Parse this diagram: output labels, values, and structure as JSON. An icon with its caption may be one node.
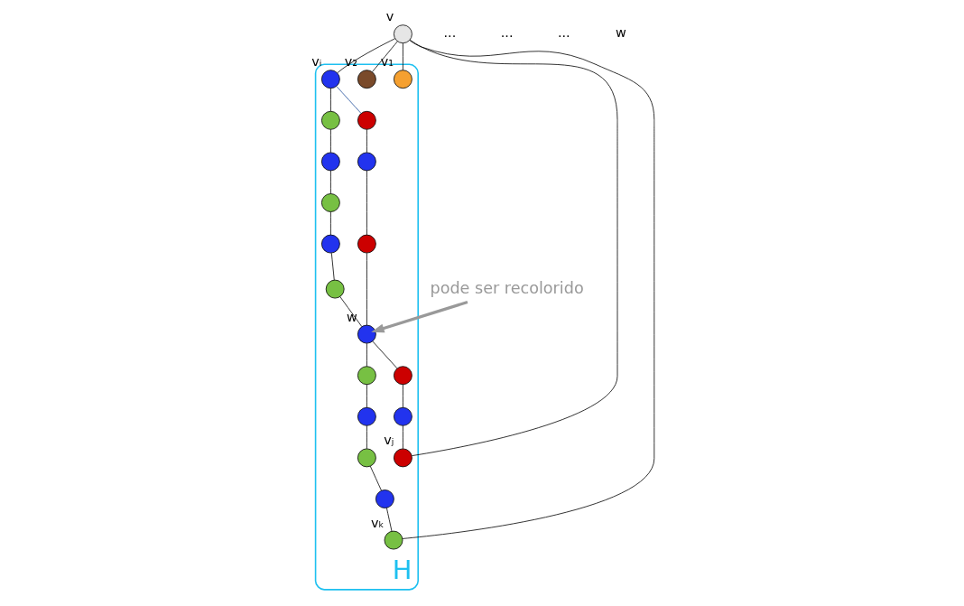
{
  "diagram": {
    "nodes": [
      {
        "text": [
          "H"
        ]
      },
      {
        "text": [],
        "shape": "circle",
        "beside": [
          "v"
        ]
      },
      {
        "text": [],
        "shape": "circle",
        "beside": [
          "v₁"
        ],
        "in": 0
      },
      {
        "text": [],
        "shape": "circle",
        "beside": [
          "v₂"
        ],
        "in": 0
      },
      {
        "text": [],
        "shape": "circle",
        "beside": [
          "vᵢ"
        ],
        "in": 0
      },
      {
        "text": [],
        "shape": "circle",
        "beside": [
          "vⱼ"
        ],
        "in": 0
      },
      {
        "text": [],
        "shape": "circle",
        "beside": [
          "vₖ"
        ],
        "in": 0
      },
      {
        "text": [],
        "shape": "circle",
        "beside": [
          "w"
        ],
        "in": 0
      },
      {
        "text": [],
        "shape": "circle",
        "in": 0
      },
      {
        "text": [],
        "shape": "circle",
        "in": 0
      },
      {
        "text": [],
        "shape": "circle",
        "in": 0
      },
      {
        "text": [],
        "shape": "circle",
        "in": 0
      },
      {
        "text": [],
        "shape": "circle",
        "in": 0
      },
      {
        "text": [],
        "shape": "circle",
        "in": 0
      },
      {
        "text": [],
        "shape": "circle",
        "in": 0
      },
      {
        "text": [],
        "shape": "circle",
        "in": 0
      },
      {
        "text": [],
        "shape": "circle",
        "in": 0
      },
      {
        "text": [],
        "shape": "circle",
        "in": 0
      },
      {
        "text": [],
        "shape": "circle",
        "in": 0
      },
      {
        "text": [],
        "shape": "circle",
        "in": 0
      },
      {
        "text": [],
        "shape": "circle",
        "in": 0
      },
      {
        "text": [],
        "shape": "circle",
        "in": 0
      },
      {
        "text": [
          "pode ser recolorido"
        ]
      }
    ],
    "edges": [
      {
        "from": 1,
        "to": 2,
        "arrow": "none"
      },
      {
        "from": 1,
        "to": 3,
        "arrow": "none"
      },
      {
        "from": 1,
        "to": 4,
        "arrow": "none"
      },
      {
        "from": 1,
        "to": 5,
        "arrow": "none"
      },
      {
        "from": 1,
        "to": 6,
        "arrow": "none"
      },
      {
        "from": 4,
        "to": 8,
        "arrow": "none"
      },
      {
        "from": 8,
        "to": 9,
        "arrow": "none"
      },
      {
        "from": 9,
        "to": 10,
        "arrow": "none"
      },
      {
        "from": 10,
        "to": 11,
        "arrow": "none"
      },
      {
        "from": 11,
        "to": 12,
        "arrow": "none"
      },
      {
        "from": 12,
        "to": 7,
        "arrow": "none"
      },
      {
        "from": 4,
        "to": 13,
        "arrow": "none",
        "color": "#1f4e9a"
      },
      {
        "from": 13,
        "to": 14,
        "arrow": "none"
      },
      {
        "from": 14,
        "to": 15,
        "arrow": "none"
      },
      {
        "from": 15,
        "to": 7,
        "arrow": "none"
      },
      {
        "from": 7,
        "to": 16,
        "arrow": "none"
      },
      {
        "from": 16,
        "to": 17,
        "arrow": "none"
      },
      {
        "from": 17,
        "to": 5,
        "arrow": "none"
      },
      {
        "from": 7,
        "to": 18,
        "arrow": "none"
      },
      {
        "from": 18,
        "to": 19,
        "arrow": "none"
      },
      {
        "from": 19,
        "to": 20,
        "arrow": "none"
      },
      {
        "from": 20,
        "to": 21,
        "arrow": "none"
      },
      {
        "from": 21,
        "to": 6,
        "arrow": "none"
      },
      {
        "from": 22,
        "to": 7,
        "arrow": "to",
        "style": "thick",
        "color": "#999999"
      }
    ],
    "labels": [
      "...",
      "...",
      "...",
      "w"
    ]
  }
}
